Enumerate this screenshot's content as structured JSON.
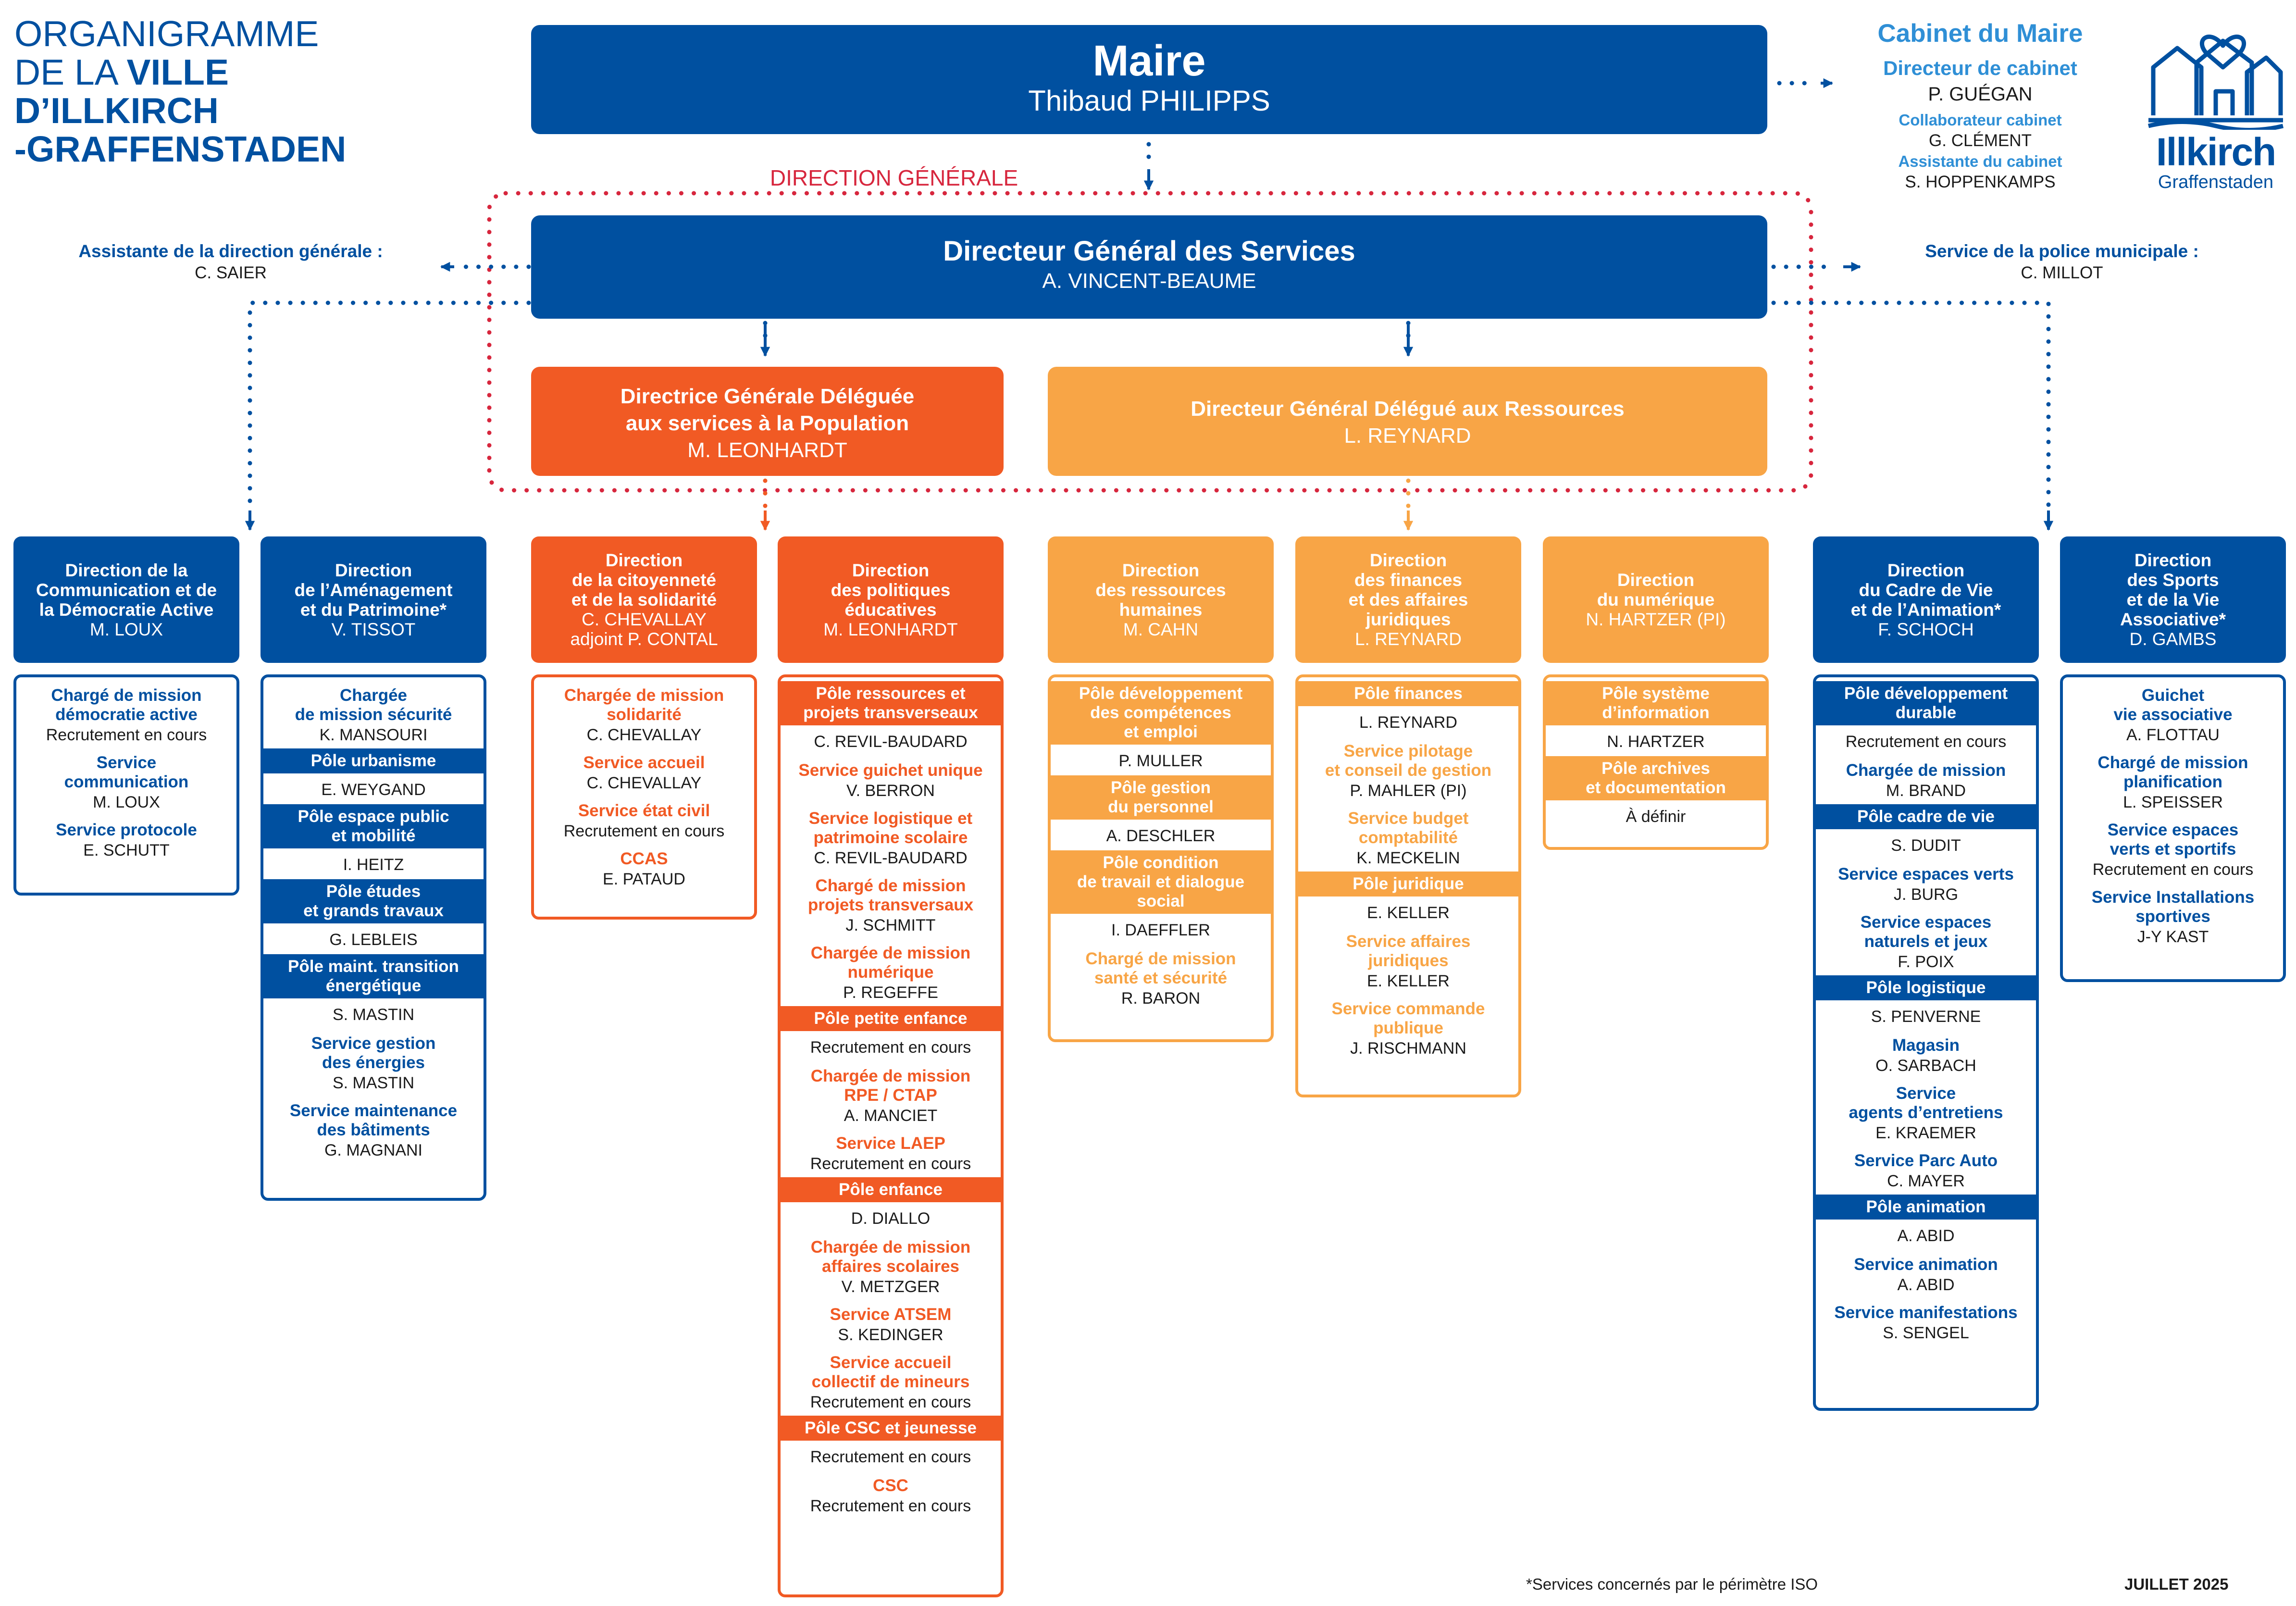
{
  "header": {
    "title_line1": "ORGANIGRAMME",
    "title_line2a": "DE LA ",
    "title_line2b": "VILLE",
    "title_line3": "D’ILLKIRCH",
    "title_line4": "-GRAFFENSTADEN"
  },
  "logo": {
    "line1": "Illkirch",
    "line2": "Graffenstaden"
  },
  "maire": {
    "title": "Maire",
    "name": "Thibaud PHILIPPS"
  },
  "cabinet": {
    "title": "Cabinet du Maire",
    "dir_title": "Directeur de cabinet",
    "dir_name": "P. GUÉGAN",
    "collab_title": "Collaborateur cabinet",
    "collab_name": "G. CLÉMENT",
    "assist_title": "Assistante du cabinet",
    "assist_name": "S. HOPPENKAMPS"
  },
  "direction_generale_label": "DIRECTION GÉNÉRALE",
  "dgs": {
    "title": "Directeur Général des Services",
    "name": "A. VINCENT-BEAUME"
  },
  "assistante": {
    "title": "Assistante de la direction générale :",
    "name": "C. SAIER"
  },
  "police": {
    "title": "Service de la police municipale :",
    "name": "C. MILLOT"
  },
  "dgd_pop": {
    "line1": "Directrice Générale Déléguée",
    "line2": "aux services à la Population",
    "name": "M. LEONHARDT"
  },
  "dgd_res": {
    "title": "Directeur Général Délégué aux Ressources",
    "name": "L. REYNARD"
  },
  "directions": [
    {
      "lines": [
        "Direction de la",
        "Communication et de",
        "la Démocratie Active"
      ],
      "name": "M. LOUX"
    },
    {
      "lines": [
        "Direction",
        "de l’Aménagement",
        "et du Patrimoine*"
      ],
      "name": "V. TISSOT"
    },
    {
      "lines": [
        "Direction",
        "de la citoyenneté",
        "et de la solidarité"
      ],
      "name": "C. CHEVALLAY",
      "name2": "adjoint P. CONTAL"
    },
    {
      "lines": [
        "Direction",
        "des politiques",
        "éducatives"
      ],
      "name": "M. LEONHARDT"
    },
    {
      "lines": [
        "Direction",
        "des ressources",
        "humaines"
      ],
      "name": "M. CAHN"
    },
    {
      "lines": [
        "Direction",
        "des finances",
        "et des affaires",
        "juridiques"
      ],
      "name": "L. REYNARD"
    },
    {
      "lines": [
        "Direction",
        "du numérique"
      ],
      "name": "N. HARTZER (PI)"
    },
    {
      "lines": [
        "Direction",
        "du Cadre de Vie",
        "et de l’Animation*"
      ],
      "name": "F. SCHOCH"
    },
    {
      "lines": [
        "Direction",
        "des Sports",
        "et de la Vie",
        "Associative*"
      ],
      "name": "D. GAMBS"
    }
  ],
  "col1": [
    {
      "kind": "item",
      "title": "Chargé de mission\ndémocratie active",
      "people": [
        "Recrutement en cours"
      ]
    },
    {
      "kind": "item",
      "title": "Service\ncommunication",
      "people": [
        "M. LOUX"
      ]
    },
    {
      "kind": "item",
      "title": "Service protocole",
      "people": [
        "E. SCHUTT"
      ]
    }
  ],
  "col2": [
    {
      "kind": "item",
      "title": "Chargée\nde mission sécurité",
      "people": [
        "K. MANSOURI"
      ]
    },
    {
      "kind": "band",
      "title": "Pôle urbanisme",
      "people": [
        "E. WEYGAND"
      ]
    },
    {
      "kind": "band",
      "title": "Pôle espace public\net mobilité",
      "people": [
        "I. HEITZ"
      ]
    },
    {
      "kind": "band",
      "title": "Pôle études\net grands travaux",
      "people": [
        "G. LEBLEIS"
      ]
    },
    {
      "kind": "band",
      "title": "Pôle maint. transition\nénergétique",
      "people": [
        "S. MASTIN"
      ]
    },
    {
      "kind": "item",
      "title": "Service gestion\ndes énergies",
      "people": [
        "S. MASTIN"
      ]
    },
    {
      "kind": "item",
      "title": "Service maintenance\ndes bâtiments",
      "people": [
        "G. MAGNANI"
      ]
    }
  ],
  "col3": [
    {
      "kind": "item",
      "title": "Chargée de mission\nsolidarité",
      "people": [
        "C. CHEVALLAY"
      ]
    },
    {
      "kind": "item",
      "title": "Service accueil",
      "people": [
        "C. CHEVALLAY"
      ]
    },
    {
      "kind": "item",
      "title": "Service état civil",
      "people": [
        "Recrutement en cours"
      ]
    },
    {
      "kind": "item",
      "title": "CCAS",
      "people": [
        "E. PATAUD"
      ]
    }
  ],
  "col4": [
    {
      "kind": "band",
      "title": "Pôle ressources et\nprojets transverseaux",
      "people": [
        "C. REVIL-BAUDARD"
      ]
    },
    {
      "kind": "item",
      "title": "Service guichet unique",
      "people": [
        "V. BERRON"
      ]
    },
    {
      "kind": "item",
      "title": "Service logistique et\npatrimoine scolaire",
      "people": [
        "C. REVIL-BAUDARD"
      ]
    },
    {
      "kind": "item",
      "title": "Chargé de mission\nprojets transversaux",
      "people": [
        "J. SCHMITT"
      ]
    },
    {
      "kind": "item",
      "title": "Chargée de mission\nnumérique",
      "people": [
        "P. REGEFFE"
      ]
    },
    {
      "kind": "band",
      "title": "Pôle petite enfance",
      "people": [
        "Recrutement en cours"
      ]
    },
    {
      "kind": "item",
      "title": "Chargée de mission\nRPE / CTAP",
      "people": [
        "A. MANCIET"
      ]
    },
    {
      "kind": "item",
      "title": "Service LAEP",
      "people": [
        "Recrutement en cours"
      ]
    },
    {
      "kind": "band",
      "title": "Pôle enfance",
      "people": [
        "D. DIALLO"
      ]
    },
    {
      "kind": "item",
      "title": "Chargée de mission\naffaires scolaires",
      "people": [
        "V. METZGER"
      ]
    },
    {
      "kind": "item",
      "title": "Service  ATSEM",
      "people": [
        "S. KEDINGER"
      ]
    },
    {
      "kind": "item",
      "title": "Service  accueil\ncollectif de mineurs",
      "people": [
        "Recrutement en cours"
      ]
    },
    {
      "kind": "band",
      "title": "Pôle CSC et jeunesse",
      "people": [
        "Recrutement en cours"
      ]
    },
    {
      "kind": "item",
      "title": "CSC",
      "people": [
        "Recrutement en cours"
      ]
    }
  ],
  "col5": [
    {
      "kind": "band",
      "title": "Pôle développement\ndes compétences\net emploi",
      "people": [
        "P. MULLER"
      ]
    },
    {
      "kind": "band",
      "title": "Pôle gestion\ndu personnel",
      "people": [
        "A. DESCHLER"
      ]
    },
    {
      "kind": "band",
      "title": "Pôle condition\nde travail et dialogue\nsocial",
      "people": [
        "I. DAEFFLER"
      ]
    },
    {
      "kind": "item",
      "title": "Chargé de mission\nsanté et sécurité",
      "people": [
        "R. BARON"
      ]
    }
  ],
  "col6": [
    {
      "kind": "band",
      "title": "Pôle finances",
      "people": [
        "L. REYNARD"
      ]
    },
    {
      "kind": "item",
      "title": "Service pilotage\net conseil de gestion",
      "people": [
        "P. MAHLER (PI)"
      ]
    },
    {
      "kind": "item",
      "title": "Service budget\ncomptabilité",
      "people": [
        "K. MECKELIN"
      ]
    },
    {
      "kind": "band",
      "title": "Pôle juridique",
      "people": [
        "E. KELLER"
      ]
    },
    {
      "kind": "item",
      "title": "Service affaires\njuridiques",
      "people": [
        "E. KELLER"
      ]
    },
    {
      "kind": "item",
      "title": "Service commande\npublique",
      "people": [
        "J. RISCHMANN"
      ]
    }
  ],
  "col7": [
    {
      "kind": "band",
      "title": "Pôle système\nd’information",
      "people": [
        "N. HARTZER"
      ]
    },
    {
      "kind": "band",
      "title": "Pôle archives\net documentation",
      "people": [
        "À définir"
      ]
    }
  ],
  "col8": [
    {
      "kind": "band",
      "title": "Pôle développement\ndurable",
      "people": [
        "Recrutement en cours"
      ]
    },
    {
      "kind": "item",
      "title": "Chargée de mission",
      "people": [
        "M. BRAND"
      ]
    },
    {
      "kind": "band",
      "title": "Pôle cadre de vie",
      "people": [
        "S. DUDIT"
      ]
    },
    {
      "kind": "item",
      "title": "Service espaces verts",
      "people": [
        "J. BURG"
      ]
    },
    {
      "kind": "item",
      "title": "Service espaces\nnaturels et jeux",
      "people": [
        "F. POIX"
      ]
    },
    {
      "kind": "band",
      "title": "Pôle logistique",
      "people": [
        "S. PENVERNE"
      ]
    },
    {
      "kind": "item",
      "title": "Magasin",
      "people": [
        "O. SARBACH"
      ]
    },
    {
      "kind": "item",
      "title": "Service\nagents d’entretiens",
      "people": [
        "E. KRAEMER"
      ]
    },
    {
      "kind": "item",
      "title": "Service Parc Auto",
      "people": [
        "C. MAYER"
      ]
    },
    {
      "kind": "band",
      "title": "Pôle animation",
      "people": [
        "A. ABID"
      ]
    },
    {
      "kind": "item",
      "title": "Service animation",
      "people": [
        "A. ABID"
      ]
    },
    {
      "kind": "item",
      "title": "Service manifestations",
      "people": [
        "S. SENGEL"
      ]
    }
  ],
  "col9": [
    {
      "kind": "item",
      "title": "Guichet\nvie associative",
      "people": [
        "A. FLOTTAU"
      ]
    },
    {
      "kind": "item",
      "title": "Chargé de mission\nplanification",
      "people": [
        "L. SPEISSER"
      ]
    },
    {
      "kind": "item",
      "title": "Service espaces\nverts et sportifs",
      "people": [
        "Recrutement en cours"
      ]
    },
    {
      "kind": "item",
      "title": "Service Installations\nsportives",
      "people": [
        "J-Y KAST"
      ]
    }
  ],
  "footer": {
    "note": "*Services concernés par le périmètre ISO",
    "date": "JUILLET 2025"
  },
  "colors": {
    "blue": "#0050a0",
    "orange": "#f15a24",
    "light_orange": "#f8a546",
    "red_dotted": "#d7263d",
    "cabinet_blue": "#2f8fd6"
  }
}
